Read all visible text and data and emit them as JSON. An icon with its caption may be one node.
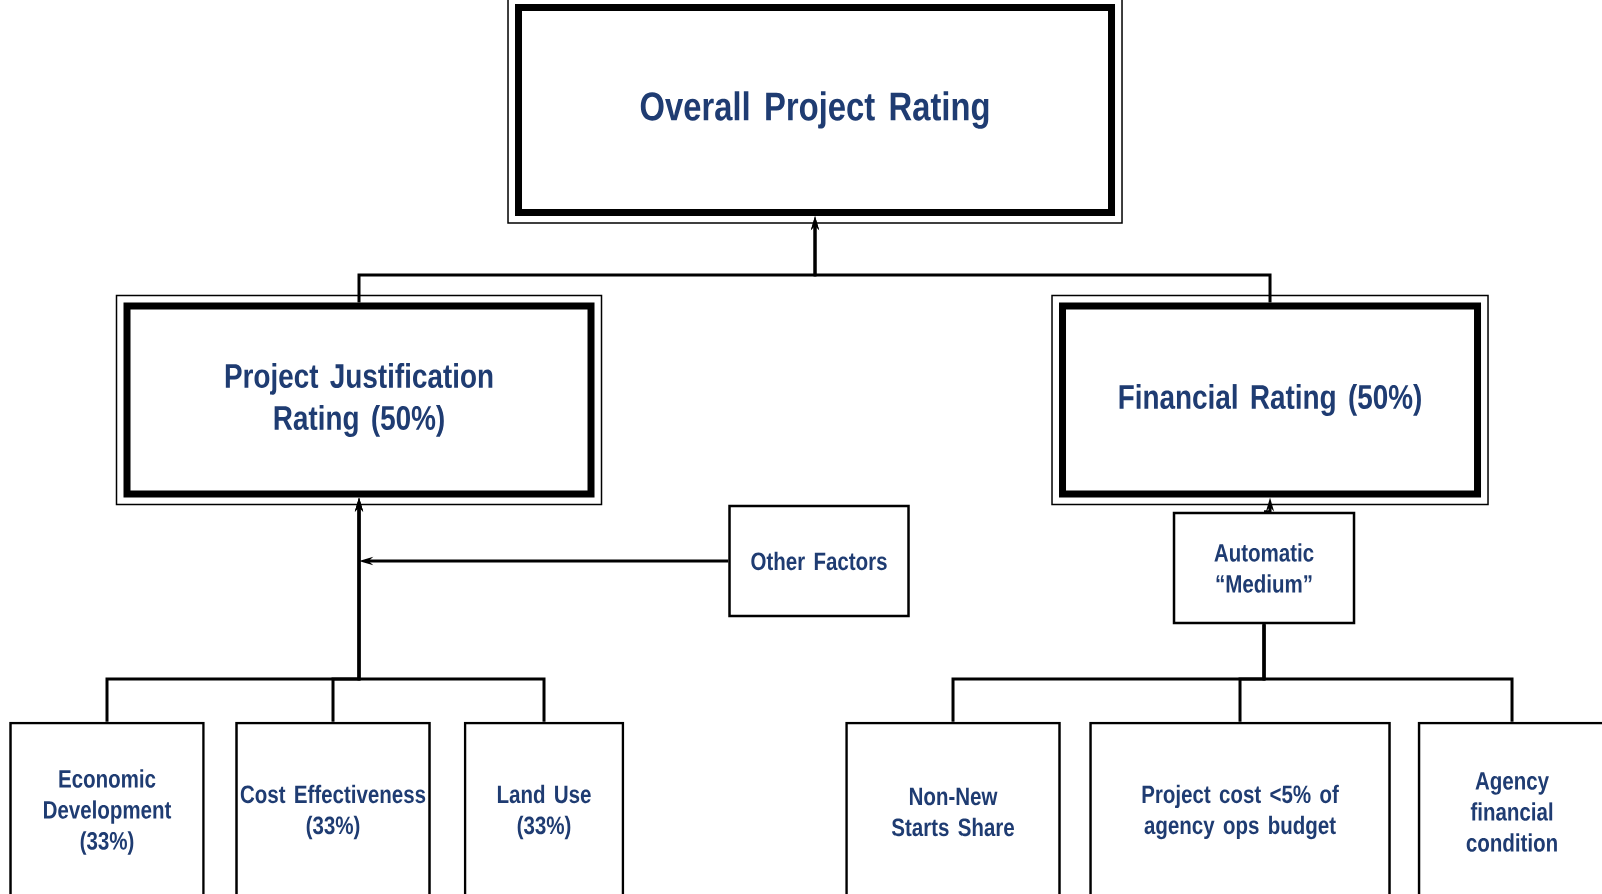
{
  "diagram": {
    "nodes": [
      {
        "text": [
          "Overall Project Rating"
        ]
      },
      {
        "text": [
          "Project Justification Rating (50%)"
        ]
      },
      {
        "text": [
          "Financial Rating (50%)"
        ]
      },
      {
        "text": [
          "Other Factors"
        ]
      },
      {
        "text": [
          "Automatic “Medium”"
        ]
      },
      {
        "text": [
          "Economic Development (33%)"
        ]
      },
      {
        "text": [
          "Cost Effectiveness (33%)"
        ]
      },
      {
        "text": [
          "Land Use (33%)"
        ]
      },
      {
        "text": [
          "Non-New Starts Share"
        ]
      },
      {
        "text": [
          "Project cost <5% of agency ops budget"
        ]
      },
      {
        "text": [
          "Agency financial condition"
        ]
      }
    ],
    "edges": [
      {
        "from": 1,
        "to": 0,
        "arrow": "to"
      },
      {
        "from": 2,
        "to": 0,
        "arrow": "to"
      },
      {
        "from": 3,
        "to": 1,
        "arrow": "to"
      },
      {
        "from": 5,
        "to": 1,
        "arrow": "to"
      },
      {
        "from": 6,
        "to": 1,
        "arrow": "to"
      },
      {
        "from": 7,
        "to": 1,
        "arrow": "to"
      },
      {
        "from": 4,
        "to": 2,
        "arrow": "to"
      },
      {
        "from": 8,
        "to": 4,
        "arrow": "none"
      },
      {
        "from": 9,
        "to": 4,
        "arrow": "none"
      },
      {
        "from": 10,
        "to": 4,
        "arrow": "none"
      }
    ]
  }
}
